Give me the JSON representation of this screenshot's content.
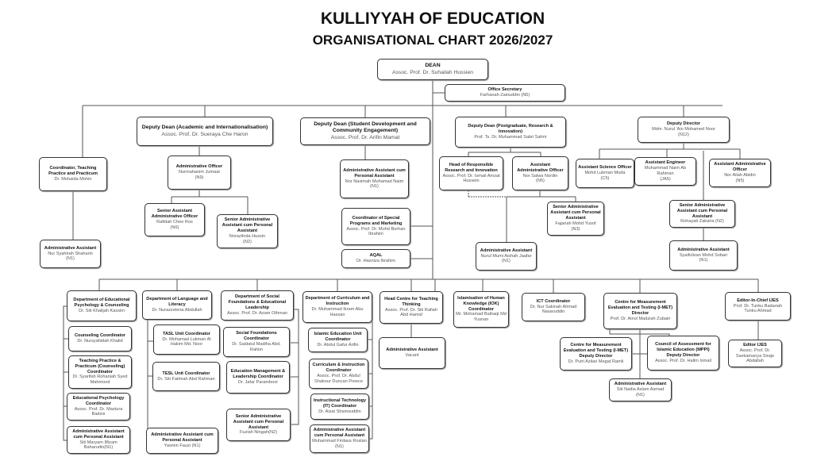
{
  "header": {
    "title": "KULLIYYAH OF EDUCATION",
    "subtitle": "ORGANISATIONAL CHART 2026/2027"
  },
  "nodes": {
    "dean": {
      "title": "DEAN",
      "name": "Assoc. Prof. Dr. Suhailah Hussien"
    },
    "office_secretary": {
      "title": "Office Secretary",
      "name": "Farhanah Zainuddin (N5)"
    },
    "dd_academic": {
      "title": "Deputy Dean (Academic and Internationalisation)",
      "name": "Assoc. Prof. Dr. Sueraya Che Haron"
    },
    "dd_student": {
      "title": "Deputy Dean (Student Development and Community Engagement)",
      "name": "Assoc. Prof. Dr. Arifin Mamat"
    },
    "dd_postgrad": {
      "title": "Deputy Dean (Postgraduate, Research & Innovation)",
      "name": "Prof. Ts. Dr. Muhammad Sabri Sahrir"
    },
    "deputy_director": {
      "title": "Deputy Director",
      "name": "Mdm. Nurul 'Ain Mohamed Noor",
      "grade": "(N12)"
    },
    "coord_teaching": {
      "title": "Coordinator, Teaching Practice and Practicum",
      "name": "Dr. Mohaida Mohin"
    },
    "admin_officer_acad": {
      "title": "Administrative Officer",
      "name": "Nurmahanim Jumaat",
      "grade": "(N9)"
    },
    "senior_asst_admin_officer": {
      "title": "Senior Assistant Administrative Officer",
      "name": "Rafidah Chee Ros",
      "grade": "(N6)"
    },
    "senior_admin_pa_acad": {
      "title": "Senior Administrative Assistant cum Personal Assistant",
      "name": "Norazlinda Hussin",
      "grade": "(N2)"
    },
    "admin_asst_syahirah": {
      "title": "Administrative Assistant",
      "name": "Nur Syahirah Shaharin",
      "grade": "(N1)"
    },
    "admin_pa_student": {
      "title": "Administrative Assistant cum Personal Assistant",
      "name": "Nor Nasimah Muhamad Naim (N1)"
    },
    "coord_special": {
      "title": "Coordinator of Special Programs and Marketing",
      "name": "Assoc. Prof. Dr. Mohd Burhan Ibrahim"
    },
    "aqal": {
      "title": "AQAL",
      "name": "Dr. Hasniza Ibrahim"
    },
    "head_rri": {
      "title": "Head of Responsible Research and Innovation",
      "name": "Assoc. Prof. Dr. Ismail Amzat Hussein"
    },
    "asst_admin_officer_salwa": {
      "title": "Assistant Administrative Officer",
      "name": "Nor Salwa Nordin",
      "grade": "(N5)"
    },
    "senior_admin_pa_fajariah": {
      "title": "Senior Administrative Assistant cum Personal Assistant",
      "name": "Fajariah Mohd Yusof",
      "grade": "(N3)"
    },
    "admin_asst_nurul": {
      "title": "Administrative Assistant",
      "name": "Nurul Mumi Aishah Jaafar",
      "grade": "(N1)"
    },
    "asst_science_officer": {
      "title": "Assistant Science Officer",
      "name": "Mohd Lukman Muda",
      "grade": "(C5)"
    },
    "asst_engineer": {
      "title": "Assistant Engineer",
      "name": "Muhammad Naim Ab Rahman",
      "grade": "(JA5)"
    },
    "asst_admin_officer_ailah": {
      "title": "Assistant Administrative Officer",
      "name": "Nor Ailah Abidin",
      "grade": "(N5)"
    },
    "senior_admin_pa_rohayati": {
      "title": "Senior Administrative Assistant cum Personal Assistant",
      "name": "Rohayati Zakaria (N2)"
    },
    "admin_asst_syaifulizan": {
      "title": "Administrative Assistant",
      "name": "Syaifulizan Mohd Sobari",
      "grade": "(N1)"
    },
    "dept_psych": {
      "title": "Department of Educational Psychology & Counseling",
      "name": "Dr. Siti Khalijah Kassim"
    },
    "dept_lang": {
      "title": "Department of Language and Literacy",
      "name": "Dr. Nurazzelena Abdullah"
    },
    "dept_social": {
      "title": "Department of Social Foundations & Educational Leadership",
      "name": "Assoc. Prof. Dr. Azam Othman"
    },
    "dept_curriculum": {
      "title": "Department of Curriculum and Instruction",
      "name": "Dr. Muhammad Ikram Abu Hassan"
    },
    "head_centre_tt": {
      "title": "Head Centre for Teaching Thinking",
      "name": "Assoc. Prof. Dr. Siti Rafiah Abd Hamid"
    },
    "iok_coord": {
      "title": "Islamisation of Human Knowledge (IOK) Coordinator",
      "name": "Mr. Mohamad Baihaqi Md Yusnan"
    },
    "ict_coord": {
      "title": "ICT Coordinator",
      "name": "Dr. Nur Sakinah Ahmad Nasaruddin"
    },
    "imet_director": {
      "title": "Centre for Measurement Evaluation and Testing (I-MET) Director",
      "name": "Prof. Dr. Ainol Madziah Zubairi"
    },
    "editor_chief": {
      "title": "Editor-In-Chief IJES",
      "name": "Prof. Dr. Tunku Badariah Tunku Ahmad"
    },
    "counseling_coord": {
      "title": "Counseling Coordinator",
      "name": "Dr. Nursyahidah Khalid"
    },
    "tp_counseling_coord": {
      "title": "Teaching Practice & Practicum (Counseling) Coordinator",
      "name": "Dr. Syarifah Rohaniah Syed Mahmood"
    },
    "edpsych_coord": {
      "title": "Educational Psychology Coordinator",
      "name": "Assoc. Prof. Dr. Mastura Badzis"
    },
    "admin_pa_maryam": {
      "title": "Administrative Assistant cum Personal Assistant",
      "name": "Siti Maryam Ilfizam Baharudin(N1)"
    },
    "tasl_coord": {
      "title": "TASL Unit Coordinator",
      "name": "Dr. Mohamad Lukman Al Hakim Md. Noor"
    },
    "tesl_coord": {
      "title": "TESL Unit Coordinator",
      "name": "Dr. Siti Fatimah Abd Rahman"
    },
    "admin_pa_yasmin": {
      "title": "Administrative Assistant cum Personal Assistant",
      "name": "Yasmin Fauzi (N1)"
    },
    "social_found_coord": {
      "title": "Social Foundations Coordinator",
      "name": "Dr. Saidatul Madiha Abd. Rahim"
    },
    "edmgmt_coord": {
      "title": "Education Management & Leadership Coordinator",
      "name": "Dr. Jafar Paramboor"
    },
    "senior_admin_pa_fuziah": {
      "title": "Senior Administrative Assistant cum Personal Assistant",
      "name": "Fuziah Ningah(N2)"
    },
    "islamic_ed_coord": {
      "title": "Islamic Education Unit Coordinator",
      "name": "Dr. Abdul Gafur Arifin"
    },
    "ci_coord": {
      "title": "Curriculum & Instruction Coordinator",
      "name": "Assoc. Prof. Dr. Abdul Shakour Duncan Preece"
    },
    "it_coord": {
      "title": "Instructional Technology (IT) Coordinator",
      "name": "Dr. Aizat Shamsuddin"
    },
    "admin_pa_firdaus": {
      "title": "Administrative Assistant cum Personal Assistant",
      "name": "Muhammad Firdaus Roslan (N1)"
    },
    "admin_asst_vacant": {
      "title": "Administrative Assistant",
      "name": "Vacant"
    },
    "imet_deputy": {
      "title": "Centre for Measurement Evaluation and Testing (I-MET) Deputy Director",
      "name": "Dr. Putri Azlian Megat Ramli"
    },
    "mppi_deputy": {
      "title": "Council of Assessment for Islamic Education (MPPI) Deputy Director",
      "name": "Assoc. Prof. Dr. Halim Ismail"
    },
    "admin_asst_nadia": {
      "title": "Administrative Assistant",
      "name": "Siti Nadia Aslam Asmad",
      "grade": "(N1)"
    },
    "editor_ijes": {
      "title": "Editor IJES",
      "name": "Assoc. Prof. Dr. Ssekamanya Siraje Abdallah"
    }
  }
}
